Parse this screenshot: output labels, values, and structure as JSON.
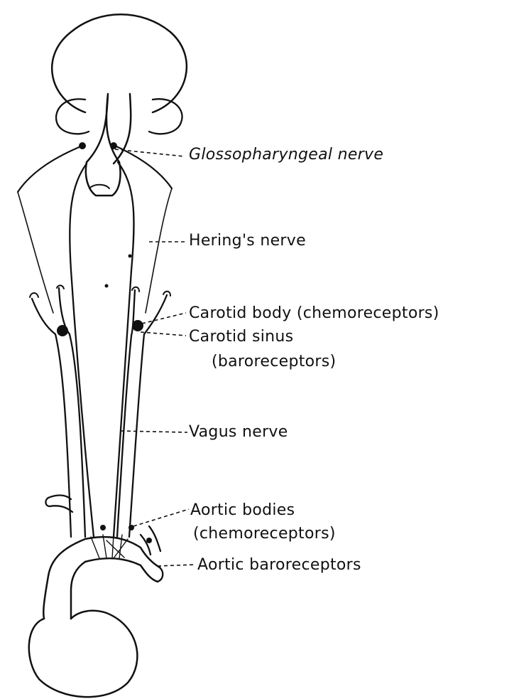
{
  "labels": {
    "glossopharyngeal": "Glossopharyngeal nerve",
    "herings": "Hering's nerve",
    "carotid_body": "Carotid body (chemoreceptors)",
    "carotid_sinus_1": "Carotid sinus",
    "carotid_sinus_2": "(baroreceptors)",
    "vagus": "Vagus nerve",
    "aortic_bodies_1": "Aortic bodies",
    "aortic_bodies_2": "(chemoreceptors)",
    "aortic_baroreceptors": "Aortic baroreceptors"
  }
}
